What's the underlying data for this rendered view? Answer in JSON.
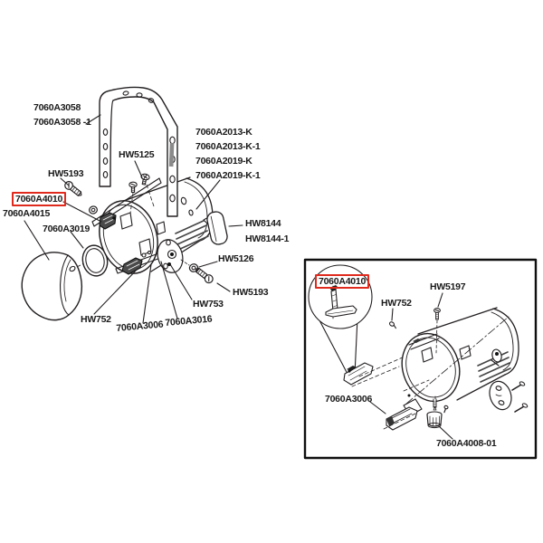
{
  "colors": {
    "ink": "#231f20",
    "highlight": "#e02a1d",
    "background": "#ffffff"
  },
  "main_diagram": {
    "labels": {
      "yoke": "7060A3058",
      "yoke_alt": "7060A3058 -1",
      "screw_hw5125": "HW5125",
      "housing_a": "7060A2013-K",
      "housing_b": "7060A2013-K-1",
      "housing_c": "7060A2019-K",
      "housing_d": "7060A2019-K-1",
      "screw_hw5193_upper": "HW5193",
      "bracket_highlighted": "7060A4010",
      "reflector": "7060A4015",
      "ring": "7060A3019",
      "knob": "HW8144",
      "knob_alt": "HW8144-1",
      "washer_hw5126": "HW5126",
      "screw_hw5193_lower": "HW5193",
      "screw_hw753": "HW753",
      "screw_hw752": "HW752",
      "rail_lower": "7060A3006",
      "plate": "7060A3016"
    }
  },
  "inset_diagram": {
    "labels": {
      "bracket_highlighted": "7060A4010",
      "screw_hw752": "HW752",
      "screw_hw5197": "HW5197",
      "rail_lower": "7060A3006",
      "foot": "7060A4008-01"
    }
  }
}
